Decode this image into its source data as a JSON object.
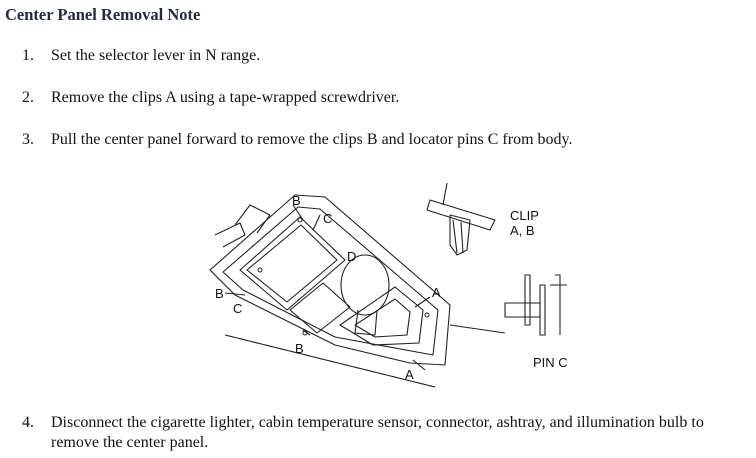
{
  "document": {
    "title": "Center Panel Removal Note",
    "steps": [
      {
        "num": "1.",
        "text": "Set the selector lever in N range."
      },
      {
        "num": "2.",
        "text": "Remove the clips A using a tape-wrapped screwdriver."
      },
      {
        "num": "3.",
        "text": "Pull the center panel forward to remove the clips B and locator pins C from body."
      },
      {
        "num": "4.",
        "text": "Disconnect the cigarette lighter, cabin temperature sensor, connector, ashtray, and illumination bulb to remove the center panel."
      }
    ]
  },
  "figure": {
    "labels": {
      "b_top": "B",
      "c_top": "C",
      "d": "D",
      "b_left": "B",
      "c_left": "C",
      "a_right": "A",
      "b_bottom": "B",
      "a_bottom": "A",
      "clip_line1": "CLIP",
      "clip_line2": "A, B",
      "pin": "PIN C"
    }
  }
}
